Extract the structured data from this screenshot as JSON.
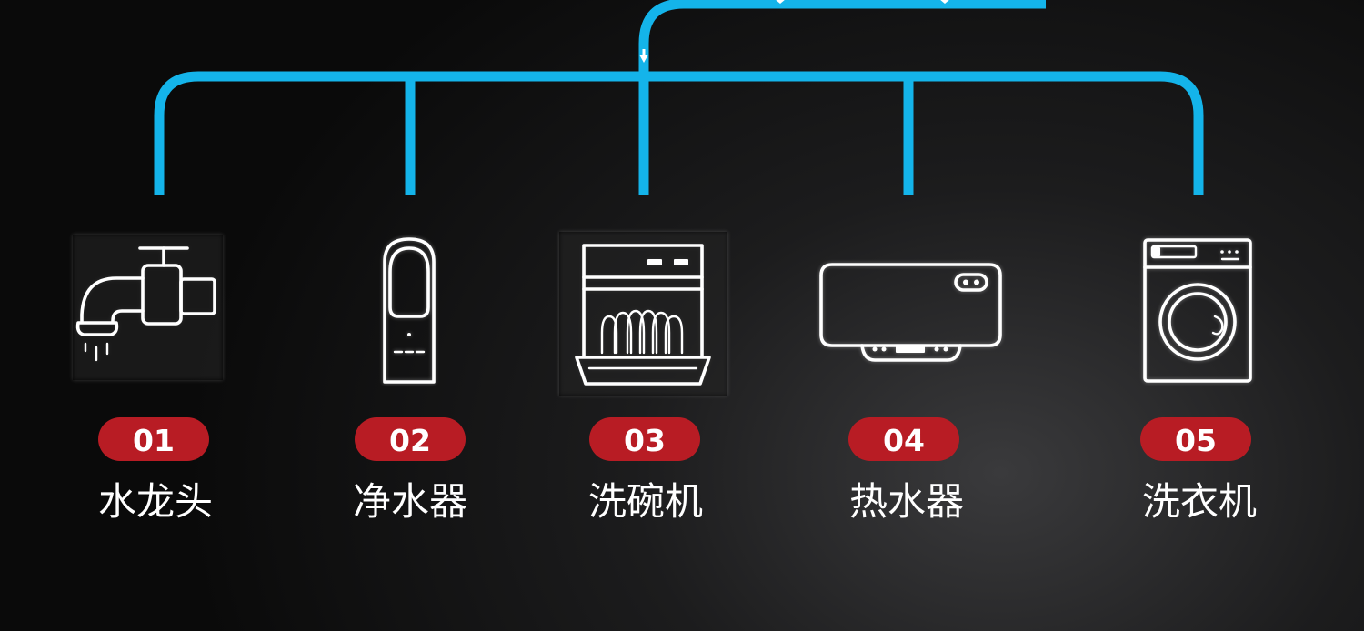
{
  "appliances": [
    {
      "number": "01",
      "name": "水龙头",
      "icon": "faucet-icon"
    },
    {
      "number": "02",
      "name": "净水器",
      "icon": "water-purifier-icon"
    },
    {
      "number": "03",
      "name": "洗碗机",
      "icon": "dishwasher-icon"
    },
    {
      "number": "04",
      "name": "热水器",
      "icon": "water-heater-icon"
    },
    {
      "number": "05",
      "name": "洗衣机",
      "icon": "washing-machine-icon"
    }
  ],
  "colors": {
    "pipe": "#14b4ea",
    "badge": "#b81c24",
    "text": "#ffffff",
    "background": "#0a0a0a"
  }
}
